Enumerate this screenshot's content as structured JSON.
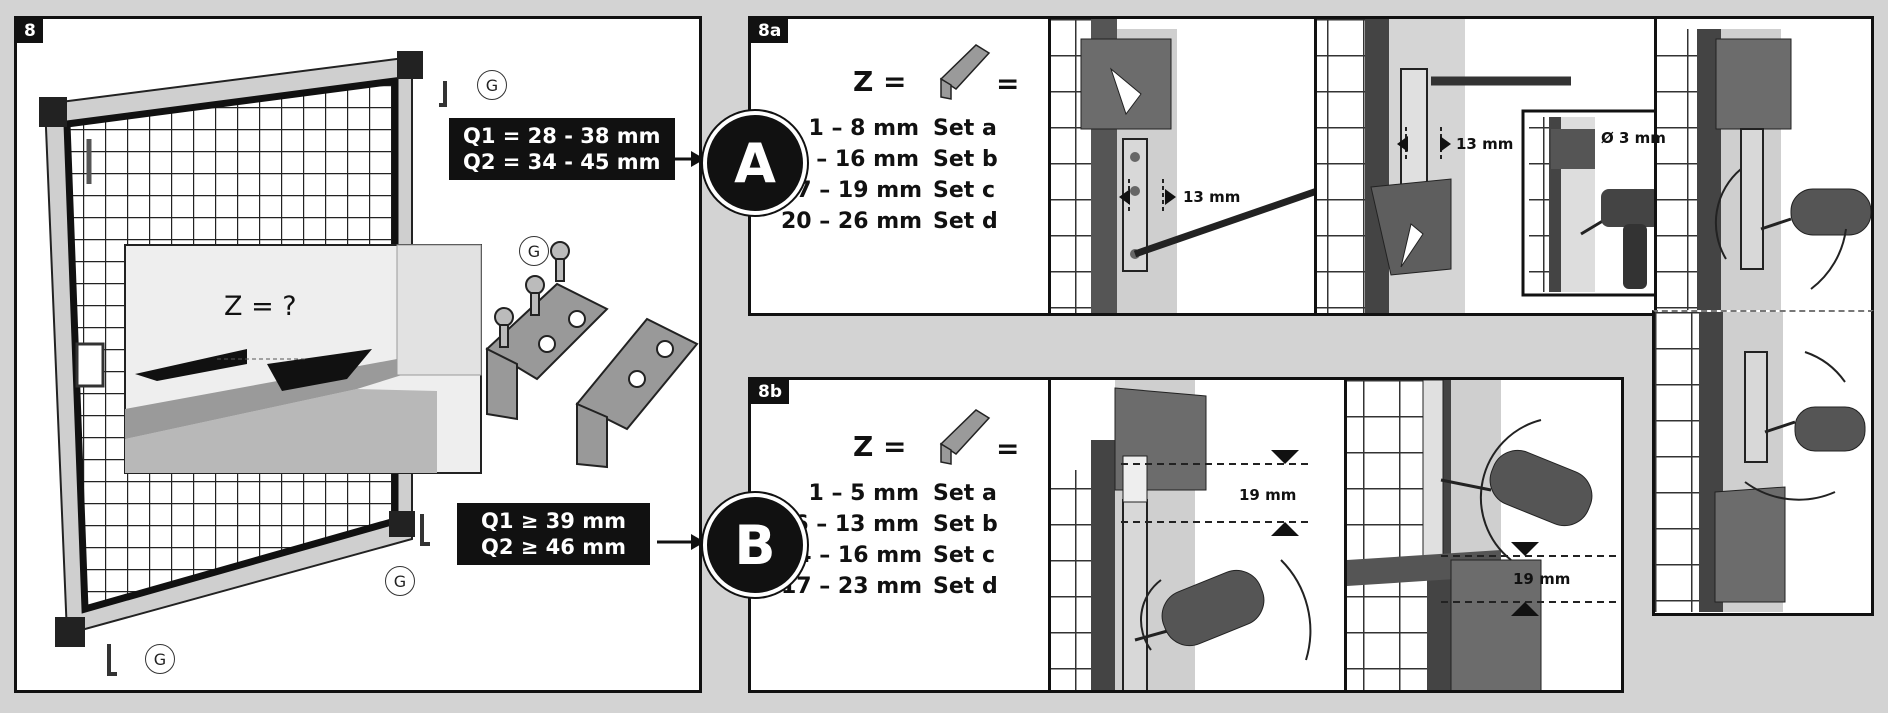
{
  "panel8": {
    "tag": "8",
    "inset_question": "Z = ?",
    "g_mark": "G",
    "option_a_box": [
      "Q1 = 28 - 38 mm",
      "Q2 = 34 - 45 mm"
    ],
    "option_b_box": [
      "Q1 ≥ 39 mm",
      "Q2 ≥ 46 mm"
    ]
  },
  "badges": {
    "a": "A",
    "b": "B"
  },
  "panel8a": {
    "tag": "8a",
    "z_label": "Z =",
    "eq_sign": "=",
    "sets": [
      {
        "range": "1 –  8 mm",
        "set": "Set a"
      },
      {
        "range": "9 – 16 mm",
        "set": "Set b"
      },
      {
        "range": "17 – 19 mm",
        "set": "Set c"
      },
      {
        "range": "20 – 26 mm",
        "set": "Set d"
      }
    ],
    "dim1": "13 mm",
    "dim2": "13 mm",
    "drill_label": "Ø 3 mm"
  },
  "panel8b": {
    "tag": "8b",
    "z_label": "Z =",
    "eq_sign": "=",
    "sets": [
      {
        "range": "1 –  5 mm",
        "set": "Set a"
      },
      {
        "range": "6 – 13 mm",
        "set": "Set b"
      },
      {
        "range": "14 – 16 mm",
        "set": "Set c"
      },
      {
        "range": "17 – 23 mm",
        "set": "Set d"
      }
    ],
    "dim1": "19 mm",
    "dim2": "19 mm"
  }
}
